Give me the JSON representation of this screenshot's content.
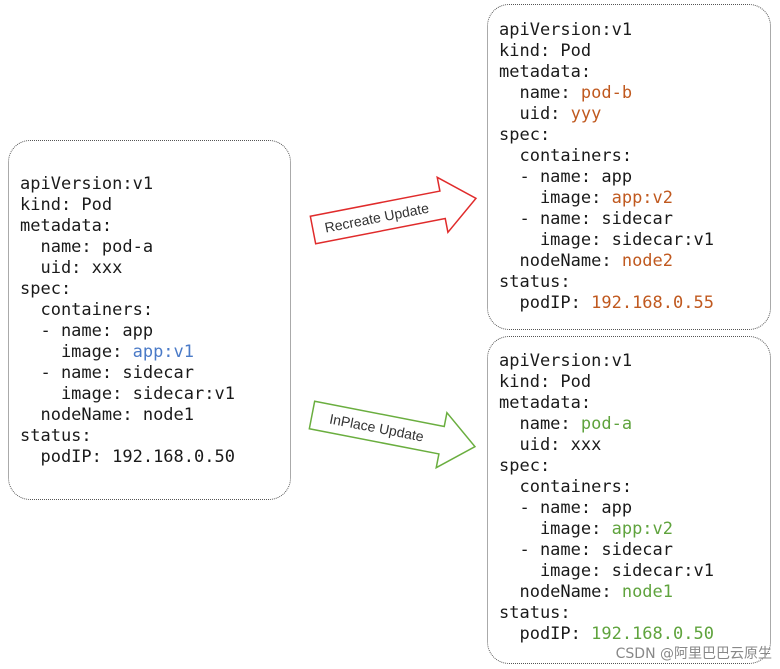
{
  "colors": {
    "text": "#1a1a1a",
    "original_highlight": "#4a7ac7",
    "recreate_highlight": "#c0591f",
    "inplace_highlight": "#5fa33d",
    "recreate_arrow": "#e02b2b",
    "inplace_arrow": "#6aae3f"
  },
  "original": {
    "title": "Original Pod",
    "lines": [
      {
        "indent": "",
        "key": "apiVersion:",
        "sep": "",
        "value": "v1",
        "highlight": false
      },
      {
        "indent": "",
        "key": "kind:",
        "sep": " ",
        "value": "Pod",
        "highlight": false
      },
      {
        "indent": "",
        "key": "metadata:",
        "sep": "",
        "value": "",
        "highlight": false
      },
      {
        "indent": "  ",
        "key": "name:",
        "sep": " ",
        "value": "pod-a",
        "highlight": false
      },
      {
        "indent": "  ",
        "key": "uid:",
        "sep": " ",
        "value": "xxx",
        "highlight": false
      },
      {
        "indent": "",
        "key": "spec:",
        "sep": "",
        "value": "",
        "highlight": false
      },
      {
        "indent": "  ",
        "key": "containers:",
        "sep": "",
        "value": "",
        "highlight": false
      },
      {
        "indent": "  ",
        "key": "- name:",
        "sep": " ",
        "value": "app",
        "highlight": false
      },
      {
        "indent": "    ",
        "key": "image:",
        "sep": " ",
        "value": "app:v1",
        "highlight": true
      },
      {
        "indent": "  ",
        "key": "- name:",
        "sep": " ",
        "value": "sidecar",
        "highlight": false
      },
      {
        "indent": "    ",
        "key": "image:",
        "sep": " ",
        "value": "sidecar:v1",
        "highlight": false
      },
      {
        "indent": "  ",
        "key": "nodeName:",
        "sep": " ",
        "value": "node1",
        "highlight": false
      },
      {
        "indent": "",
        "key": "status:",
        "sep": "",
        "value": "",
        "highlight": false
      },
      {
        "indent": "  ",
        "key": "podIP:",
        "sep": " ",
        "value": "192.168.0.50",
        "highlight": false
      }
    ]
  },
  "recreate": {
    "lines": [
      {
        "indent": "",
        "key": "apiVersion:",
        "sep": "",
        "value": "v1",
        "highlight": false
      },
      {
        "indent": "",
        "key": "kind:",
        "sep": " ",
        "value": "Pod",
        "highlight": false
      },
      {
        "indent": "",
        "key": "metadata:",
        "sep": "",
        "value": "",
        "highlight": false
      },
      {
        "indent": "  ",
        "key": "name:",
        "sep": " ",
        "value": "pod-b",
        "highlight": true
      },
      {
        "indent": "  ",
        "key": "uid:",
        "sep": " ",
        "value": "yyy",
        "highlight": true
      },
      {
        "indent": "",
        "key": "spec:",
        "sep": "",
        "value": "",
        "highlight": false
      },
      {
        "indent": "  ",
        "key": "containers:",
        "sep": "",
        "value": "",
        "highlight": false
      },
      {
        "indent": "  ",
        "key": "- name:",
        "sep": " ",
        "value": "app",
        "highlight": false
      },
      {
        "indent": "    ",
        "key": "image:",
        "sep": " ",
        "value": "app:v2",
        "highlight": true
      },
      {
        "indent": "  ",
        "key": "- name:",
        "sep": " ",
        "value": "sidecar",
        "highlight": false
      },
      {
        "indent": "    ",
        "key": "image:",
        "sep": " ",
        "value": "sidecar:v1",
        "highlight": false
      },
      {
        "indent": "  ",
        "key": "nodeName:",
        "sep": " ",
        "value": "node2",
        "highlight": true
      },
      {
        "indent": "",
        "key": "status:",
        "sep": "",
        "value": "",
        "highlight": false
      },
      {
        "indent": "  ",
        "key": "podIP:",
        "sep": " ",
        "value": "192.168.0.55",
        "highlight": true
      }
    ]
  },
  "inplace": {
    "lines": [
      {
        "indent": "",
        "key": "apiVersion:",
        "sep": "",
        "value": "v1",
        "highlight": false
      },
      {
        "indent": "",
        "key": "kind:",
        "sep": " ",
        "value": "Pod",
        "highlight": false
      },
      {
        "indent": "",
        "key": "metadata:",
        "sep": "",
        "value": "",
        "highlight": false
      },
      {
        "indent": "  ",
        "key": "name:",
        "sep": " ",
        "value": "pod-a",
        "highlight": true
      },
      {
        "indent": "  ",
        "key": "uid:",
        "sep": " ",
        "value": "xxx",
        "highlight": false
      },
      {
        "indent": "",
        "key": "spec:",
        "sep": "",
        "value": "",
        "highlight": false
      },
      {
        "indent": "  ",
        "key": "containers:",
        "sep": "",
        "value": "",
        "highlight": false
      },
      {
        "indent": "  ",
        "key": "- name:",
        "sep": " ",
        "value": "app",
        "highlight": false
      },
      {
        "indent": "    ",
        "key": "image:",
        "sep": " ",
        "value": "app:v2",
        "highlight": true
      },
      {
        "indent": "  ",
        "key": "- name:",
        "sep": " ",
        "value": "sidecar",
        "highlight": false
      },
      {
        "indent": "    ",
        "key": "image:",
        "sep": " ",
        "value": "sidecar:v1",
        "highlight": false
      },
      {
        "indent": "  ",
        "key": "nodeName:",
        "sep": " ",
        "value": "node1",
        "highlight": true
      },
      {
        "indent": "",
        "key": "status:",
        "sep": "",
        "value": "",
        "highlight": false
      },
      {
        "indent": "  ",
        "key": "podIP:",
        "sep": " ",
        "value": "192.168.0.50",
        "highlight": true
      }
    ]
  },
  "arrows": {
    "recreate_label": "Recreate Update",
    "inplace_label": "InPlace Update"
  },
  "watermark": "CSDN @阿里巴巴云原生"
}
